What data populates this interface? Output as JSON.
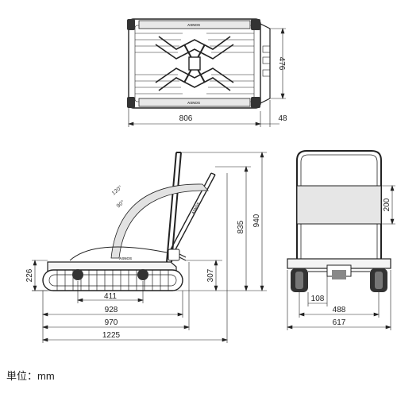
{
  "top_view": {
    "dims": {
      "width": "806",
      "depth": "476",
      "handle": "48"
    },
    "brand_text": "ASNOS"
  },
  "side_view": {
    "dims": {
      "h_total": "940",
      "h_handle": "835",
      "h_deck": "307",
      "h_side": "226",
      "l_411": "411",
      "l_928": "928",
      "l_970": "970",
      "l_1225": "1225"
    },
    "angles": {
      "a120": "120°",
      "a90": "90°"
    },
    "brand_text": "ASNOS"
  },
  "front_view": {
    "dims": {
      "h_200": "200",
      "w_108": "108",
      "w_488": "488",
      "w_617": "617"
    }
  },
  "unit_label": "単位：mm"
}
